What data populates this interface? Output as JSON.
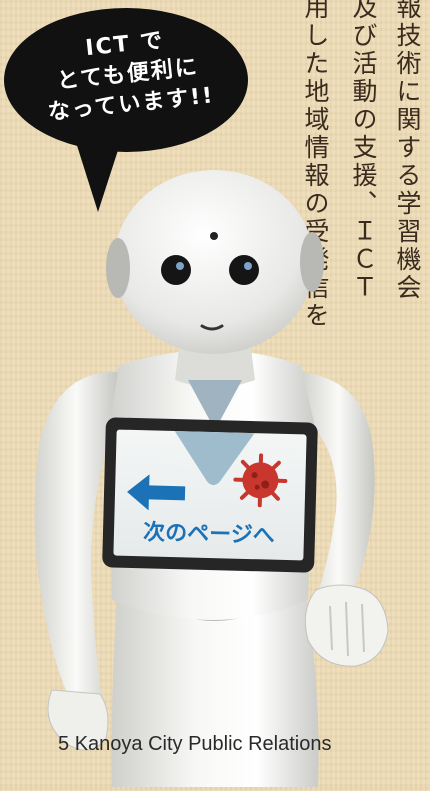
{
  "article": {
    "columns": [
      "報技術に関する学習機会",
      "及び活動の支援、ＩＣＴ",
      "用した地域情報の受発信を"
    ]
  },
  "bubble": {
    "lines": [
      "ICT で",
      "とても便利に",
      "なっています!!"
    ]
  },
  "tablet": {
    "next_page_label": "次のページへ",
    "arrow_icon": "left-arrow-icon",
    "virus_icon": "virus-icon"
  },
  "footer": {
    "page_number": "5",
    "publication": "Kanoya City Public Relations"
  },
  "colors": {
    "accent_blue": "#1b72b6",
    "virus_red": "#c8362e",
    "bubble_black": "#111111"
  }
}
